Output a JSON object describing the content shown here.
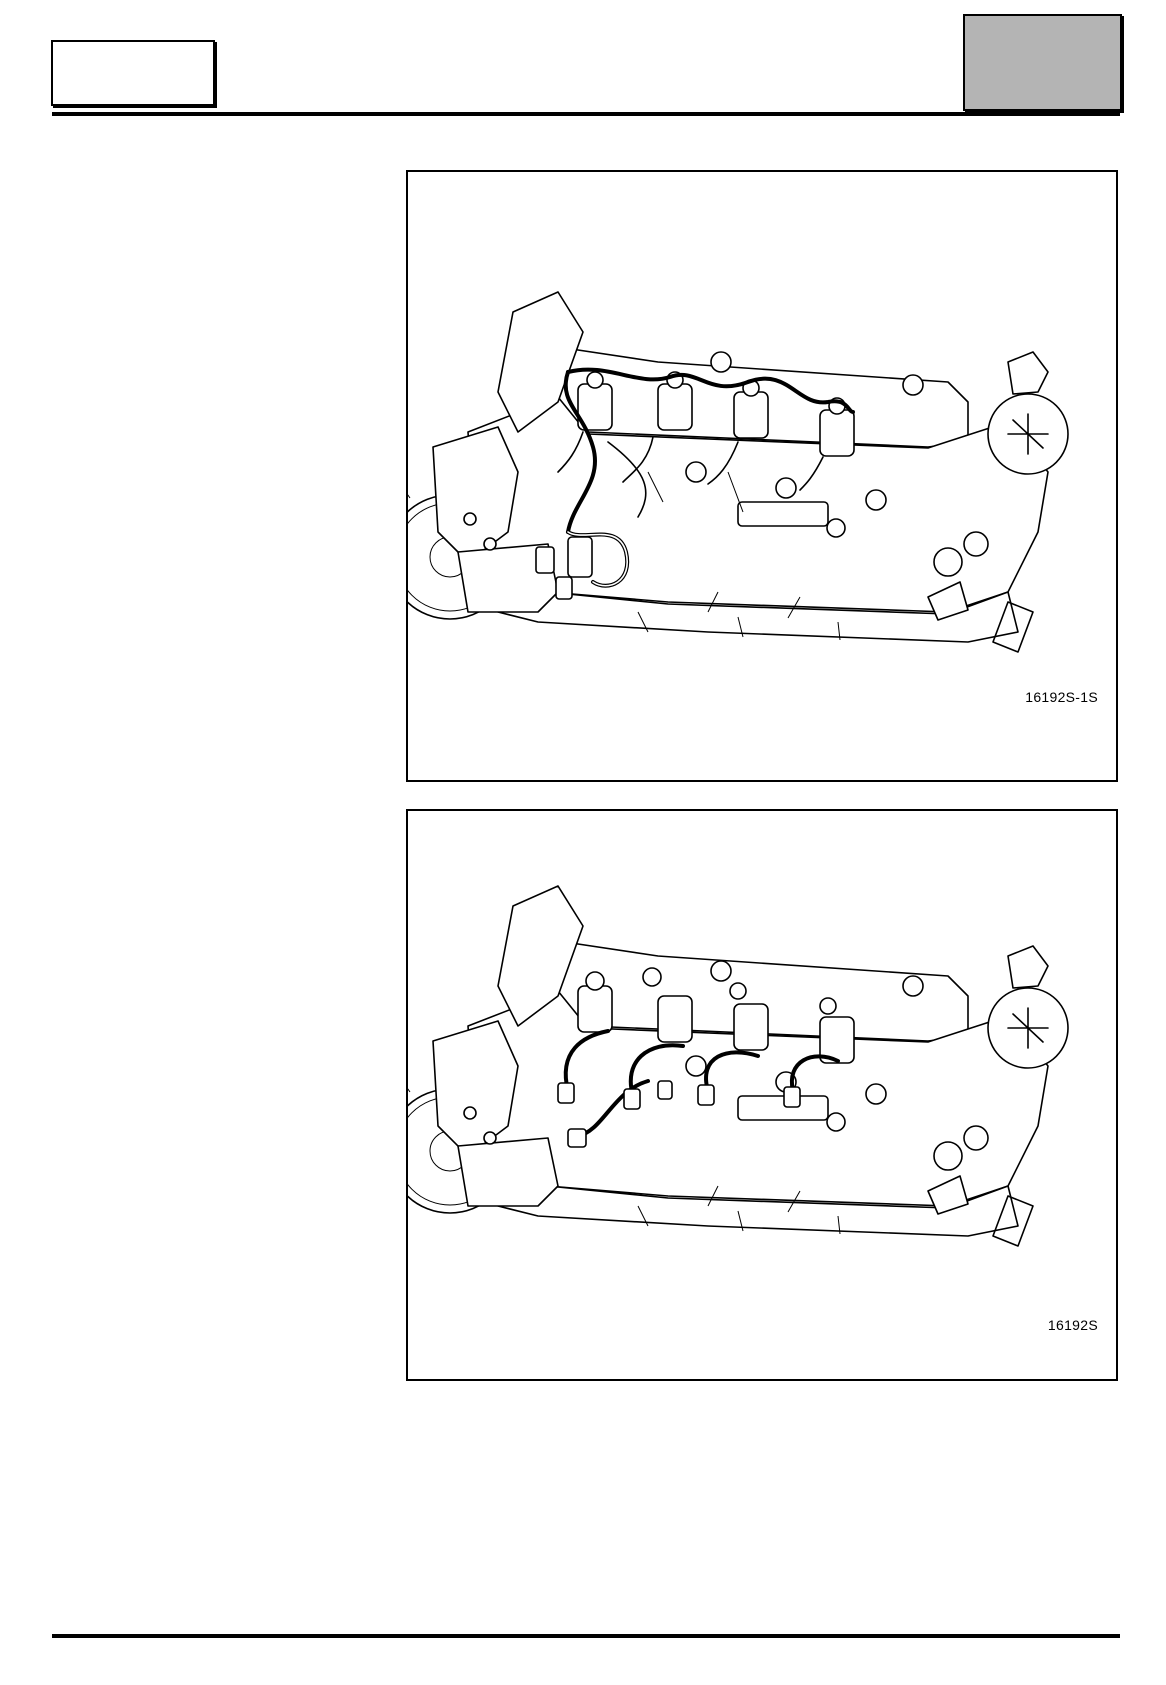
{
  "figures": [
    {
      "id": "fig-1",
      "reference": "16192S-1S"
    },
    {
      "id": "fig-2",
      "reference": "16192S"
    }
  ]
}
